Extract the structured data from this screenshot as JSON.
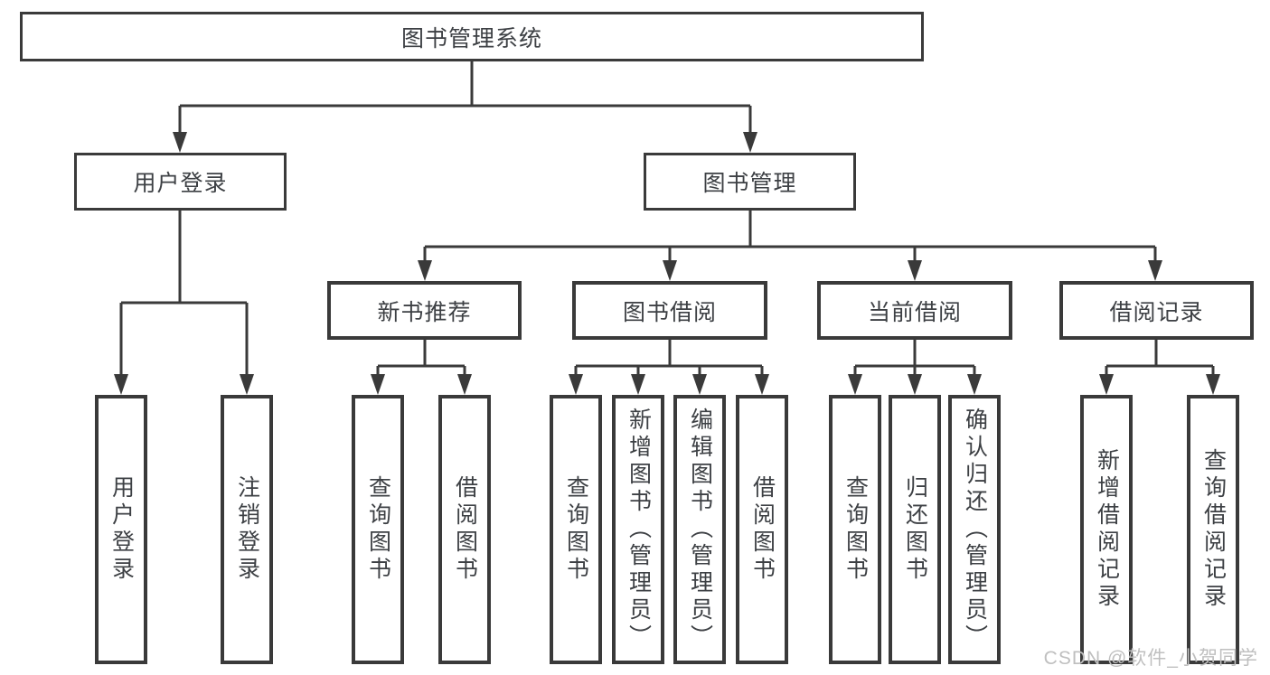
{
  "diagram_title": "图书管理系统",
  "tree": {
    "root": {
      "label": "图书管理系统"
    },
    "branches": [
      {
        "label": "用户登录",
        "children": [
          {
            "label": "用户登录"
          },
          {
            "label": "注销登录"
          }
        ]
      },
      {
        "label": "图书管理",
        "children": [
          {
            "label": "新书推荐",
            "children": [
              {
                "label": "查询图书"
              },
              {
                "label": "借阅图书"
              }
            ]
          },
          {
            "label": "图书借阅",
            "children": [
              {
                "label": "查询图书"
              },
              {
                "label": "新增图书（管理员）"
              },
              {
                "label": "编辑图书（管理员）"
              },
              {
                "label": "借阅图书"
              }
            ]
          },
          {
            "label": "当前借阅",
            "children": [
              {
                "label": "查询图书"
              },
              {
                "label": "归还图书"
              },
              {
                "label": "确认归还（管理员）"
              }
            ]
          },
          {
            "label": "借阅记录",
            "children": [
              {
                "label": "新增借阅记录"
              },
              {
                "label": "查询借阅记录"
              }
            ]
          }
        ]
      }
    ]
  },
  "watermark": {
    "text": "CSDN @软件_小贺同学",
    "color": "#bfbfbf"
  },
  "colors": {
    "background": "#ffffff",
    "line": "#3a3a3a",
    "box_border": "#3a3a3a",
    "text": "#3d4044"
  }
}
